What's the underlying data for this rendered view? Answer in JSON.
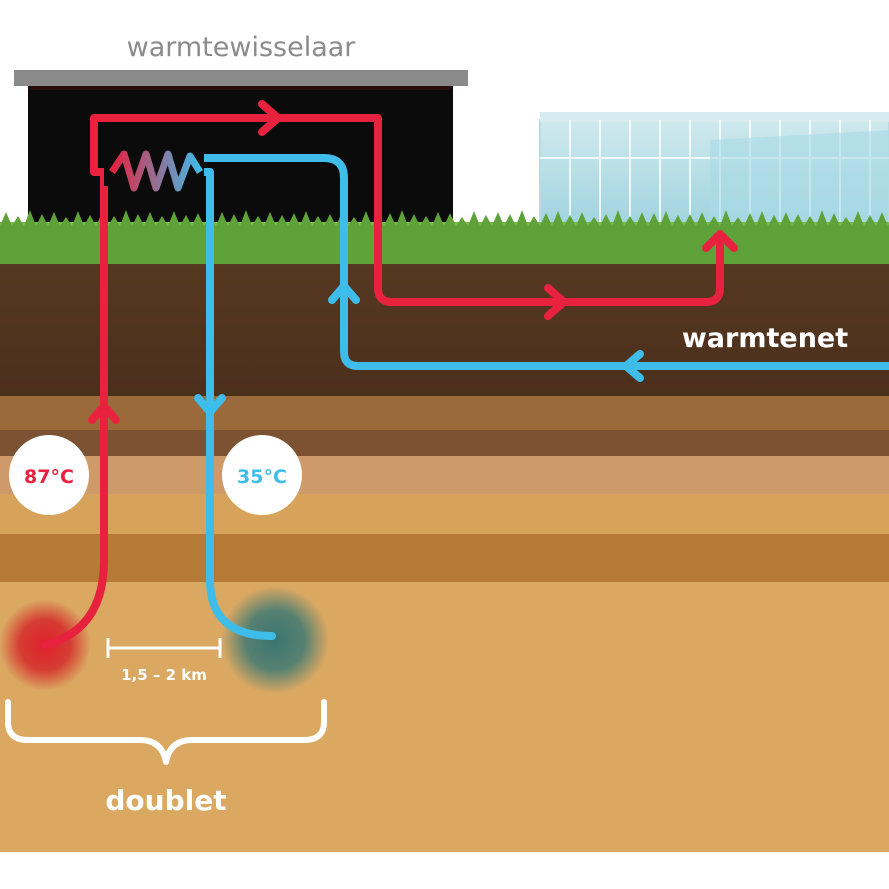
{
  "building": {
    "label": "warmtewisselaar"
  },
  "network": {
    "label": "warmtenet"
  },
  "temperatures": {
    "hot": "87°C",
    "cold": "35°C"
  },
  "distance": {
    "label": "1,5 – 2 km"
  },
  "doublet": {
    "label": "doublet"
  },
  "colors": {
    "hot": "#e8213f",
    "cold": "#3fbdea",
    "building": "#0b0b0b",
    "roof": "#8a8a8a",
    "label_gray": "#8b8b8b",
    "warm_well": "#d42a2a",
    "cold_well": "#3f7a74"
  }
}
